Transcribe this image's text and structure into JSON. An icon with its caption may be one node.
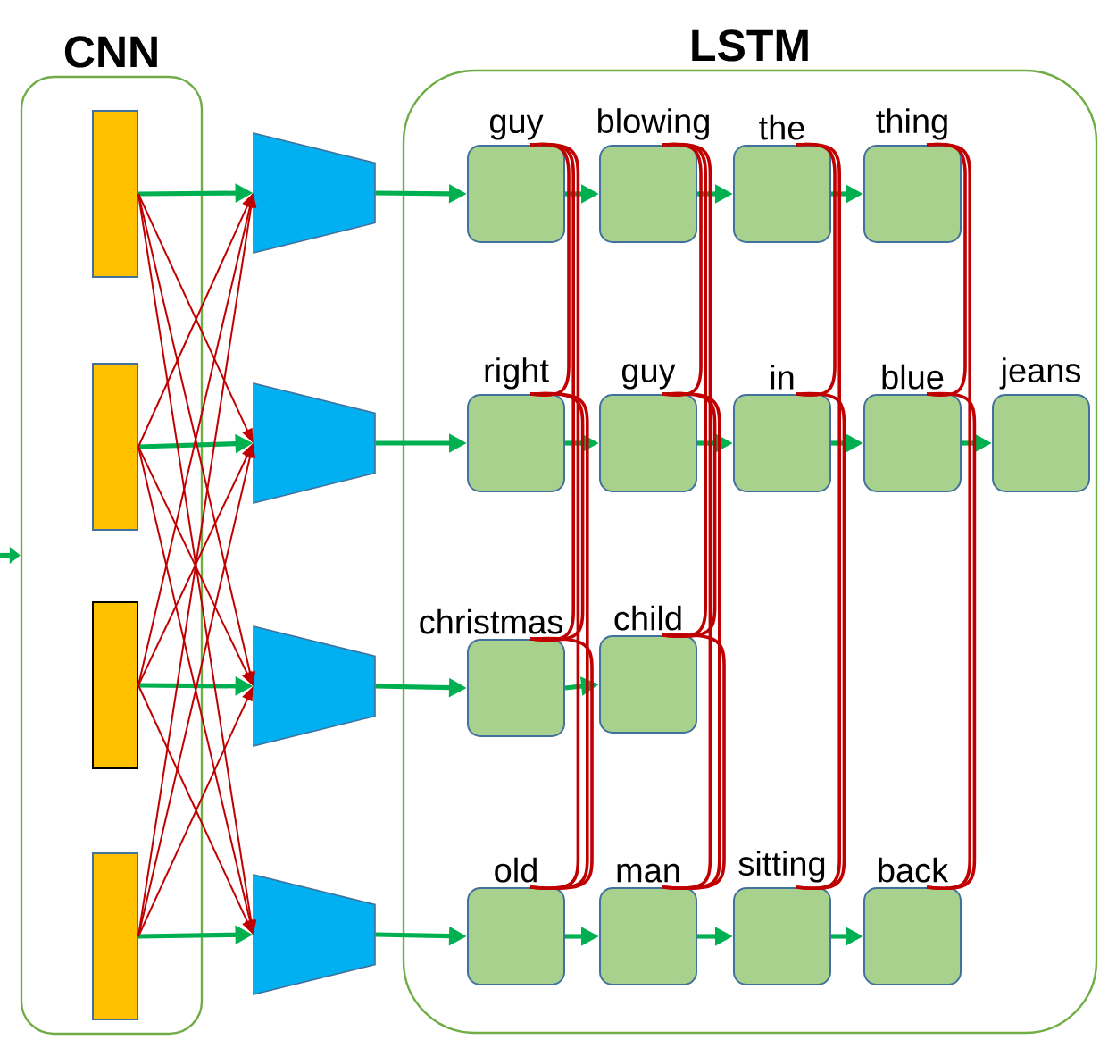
{
  "diagram": {
    "nodes": [
      {
        "text": [
          "CNN"
        ]
      },
      {
        "text": [],
        "shape": "bar",
        "in": 0
      },
      {
        "text": [],
        "shape": "bar",
        "in": 0
      },
      {
        "text": [],
        "shape": "bar",
        "in": 0
      },
      {
        "text": [],
        "shape": "bar",
        "in": 0
      },
      {
        "text": [],
        "shape": "trapezoid"
      },
      {
        "text": [],
        "shape": "trapezoid"
      },
      {
        "text": [],
        "shape": "trapezoid"
      },
      {
        "text": [],
        "shape": "trapezoid"
      },
      {
        "text": [
          "LSTM"
        ]
      },
      {
        "text": [
          "guy"
        ],
        "in": 9
      },
      {
        "text": [
          "blowing"
        ],
        "in": 9
      },
      {
        "text": [
          "the"
        ],
        "in": 9
      },
      {
        "text": [
          "thing"
        ],
        "in": 9
      },
      {
        "text": [
          "right"
        ],
        "in": 9
      },
      {
        "text": [
          "guy"
        ],
        "in": 9
      },
      {
        "text": [
          "in"
        ],
        "in": 9
      },
      {
        "text": [
          "blue"
        ],
        "in": 9
      },
      {
        "text": [
          "jeans"
        ],
        "in": 9
      },
      {
        "text": [
          "christmas"
        ],
        "in": 9
      },
      {
        "text": [
          "child"
        ],
        "in": 9
      },
      {
        "text": [
          "old"
        ],
        "in": 9
      },
      {
        "text": [
          "man"
        ],
        "in": 9
      },
      {
        "text": [
          "sitting"
        ],
        "in": 9
      },
      {
        "text": [
          "back"
        ],
        "in": 9
      }
    ],
    "edges": [
      {
        "from": null,
        "to": 0,
        "arrow": "to",
        "color": "#00b050"
      },
      {
        "from": 1,
        "to": 5,
        "arrow": "to",
        "color": "#00b050"
      },
      {
        "from": 2,
        "to": 6,
        "arrow": "to",
        "color": "#00b050"
      },
      {
        "from": 3,
        "to": 7,
        "arrow": "to",
        "color": "#00b050"
      },
      {
        "from": 4,
        "to": 8,
        "arrow": "to",
        "color": "#00b050"
      },
      {
        "from": 1,
        "to": 6,
        "arrow": "to"
      },
      {
        "from": 1,
        "to": 7,
        "arrow": "to"
      },
      {
        "from": 1,
        "to": 8,
        "arrow": "to"
      },
      {
        "from": 2,
        "to": 5,
        "arrow": "to"
      },
      {
        "from": 2,
        "to": 7,
        "arrow": "to"
      },
      {
        "from": 2,
        "to": 8,
        "arrow": "to"
      },
      {
        "from": 3,
        "to": 5,
        "arrow": "to"
      },
      {
        "from": 3,
        "to": 6,
        "arrow": "to"
      },
      {
        "from": 3,
        "to": 8,
        "arrow": "to"
      },
      {
        "from": 4,
        "to": 5,
        "arrow": "to"
      },
      {
        "from": 4,
        "to": 6,
        "arrow": "to"
      },
      {
        "from": 4,
        "to": 7,
        "arrow": "to"
      },
      {
        "from": 5,
        "to": 10,
        "arrow": "to",
        "color": "#00b050"
      },
      {
        "from": 6,
        "to": 14,
        "arrow": "to",
        "color": "#00b050"
      },
      {
        "from": 7,
        "to": 19,
        "arrow": "to",
        "color": "#00b050"
      },
      {
        "from": 8,
        "to": 21,
        "arrow": "to",
        "color": "#00b050"
      },
      {
        "from": 10,
        "to": 11,
        "arrow": "to",
        "color": "#00b050"
      },
      {
        "from": 11,
        "to": 12,
        "arrow": "to",
        "color": "#00b050"
      },
      {
        "from": 12,
        "to": 13,
        "arrow": "to",
        "color": "#00b050"
      },
      {
        "from": 14,
        "to": 15,
        "arrow": "to",
        "color": "#00b050"
      },
      {
        "from": 15,
        "to": 16,
        "arrow": "to",
        "color": "#00b050"
      },
      {
        "from": 16,
        "to": 17,
        "arrow": "to",
        "color": "#00b050"
      },
      {
        "from": 17,
        "to": 18,
        "arrow": "to",
        "color": "#00b050"
      },
      {
        "from": 19,
        "to": 20,
        "arrow": "to",
        "color": "#00b050"
      },
      {
        "from": 21,
        "to": 22,
        "arrow": "to",
        "color": "#00b050"
      },
      {
        "from": 22,
        "to": 23,
        "arrow": "to",
        "color": "#00b050"
      },
      {
        "from": 23,
        "to": 24,
        "arrow": "to",
        "color": "#00b050"
      },
      {
        "from": 10,
        "to": 14,
        "arrow": "none"
      },
      {
        "from": 10,
        "to": 19,
        "arrow": "none"
      },
      {
        "from": 10,
        "to": 21,
        "arrow": "none"
      },
      {
        "from": 14,
        "to": 19,
        "arrow": "none"
      },
      {
        "from": 14,
        "to": 21,
        "arrow": "none"
      },
      {
        "from": 19,
        "to": 21,
        "arrow": "none"
      },
      {
        "from": 11,
        "to": 15,
        "arrow": "none"
      },
      {
        "from": 11,
        "to": 20,
        "arrow": "none"
      },
      {
        "from": 11,
        "to": 22,
        "arrow": "none"
      },
      {
        "from": 15,
        "to": 20,
        "arrow": "none"
      },
      {
        "from": 15,
        "to": 22,
        "arrow": "none"
      },
      {
        "from": 20,
        "to": 22,
        "arrow": "none"
      },
      {
        "from": 12,
        "to": 16,
        "arrow": "none"
      },
      {
        "from": 12,
        "to": 23,
        "arrow": "none"
      },
      {
        "from": 16,
        "to": 23,
        "arrow": "none"
      },
      {
        "from": 13,
        "to": 17,
        "arrow": "none"
      },
      {
        "from": 13,
        "to": 24,
        "arrow": "none"
      },
      {
        "from": 17,
        "to": 24,
        "arrow": "none"
      }
    ]
  }
}
